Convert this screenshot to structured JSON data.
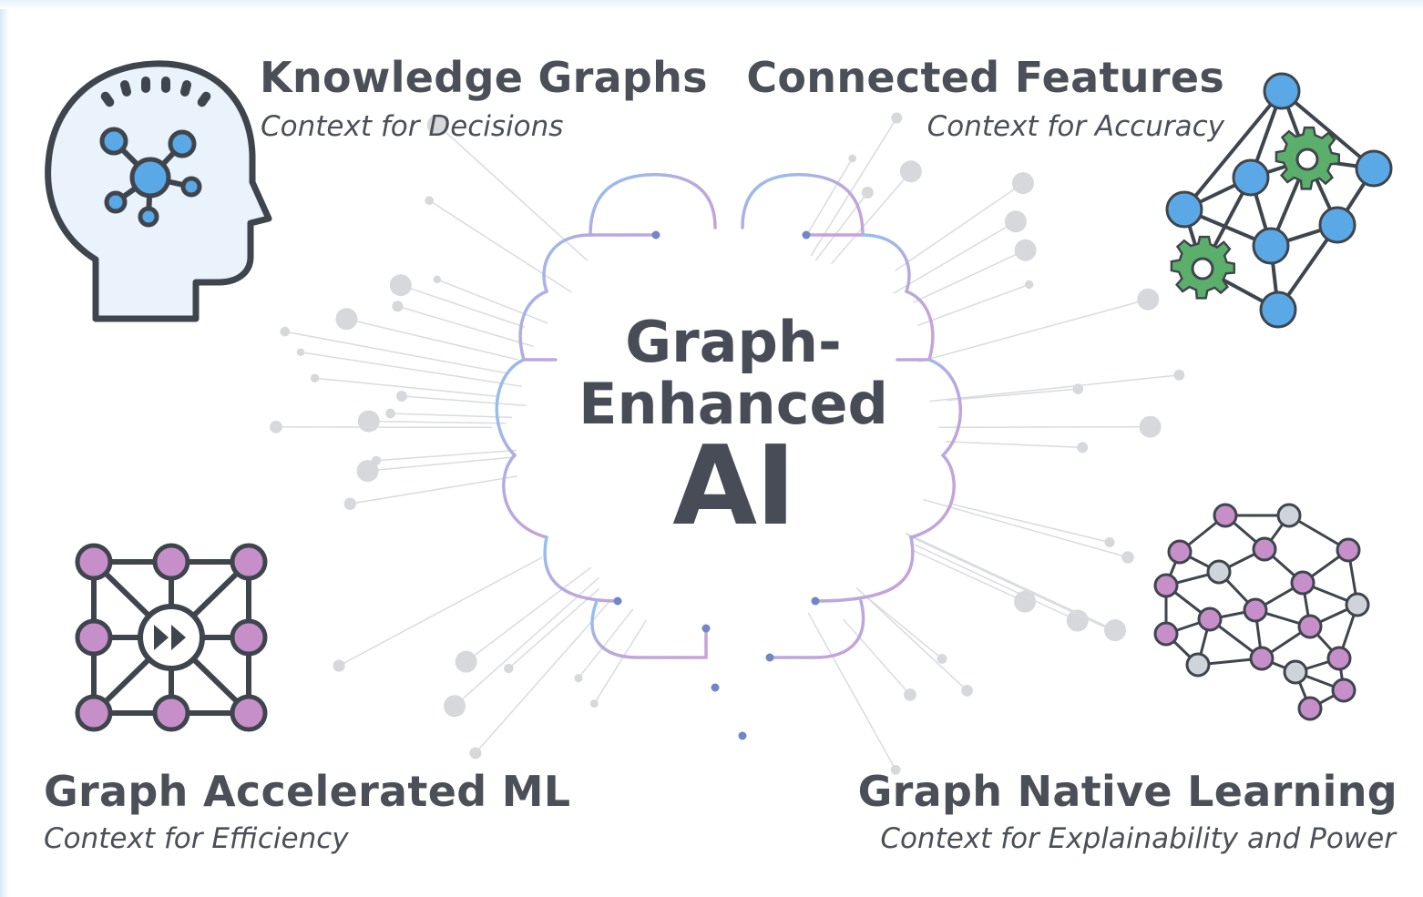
{
  "center": {
    "line1": "Graph-",
    "line2": "Enhanced",
    "line3": "AI"
  },
  "quadrants": {
    "top_left": {
      "title": "Knowledge Graphs",
      "subtitle": "Context for Decisions",
      "icon": "head-network-icon"
    },
    "top_right": {
      "title": "Connected Features",
      "subtitle": "Context for Accuracy",
      "icon": "network-gears-icon"
    },
    "bottom_left": {
      "title": "Graph Accelerated ML",
      "subtitle": "Context for Efficiency",
      "icon": "grid-fast-forward-icon"
    },
    "bottom_right": {
      "title": "Graph Native Learning",
      "subtitle": "Context for Explainability and Power",
      "icon": "mesh-network-icon"
    }
  },
  "colors": {
    "text": "#4b5058",
    "node_blue": "#5aa9e6",
    "node_purple": "#c78fc9",
    "node_grey": "#cfd4da",
    "gear_green": "#5cae6b",
    "outline": "#3f454d",
    "head_fill": "#eaf2fb"
  }
}
